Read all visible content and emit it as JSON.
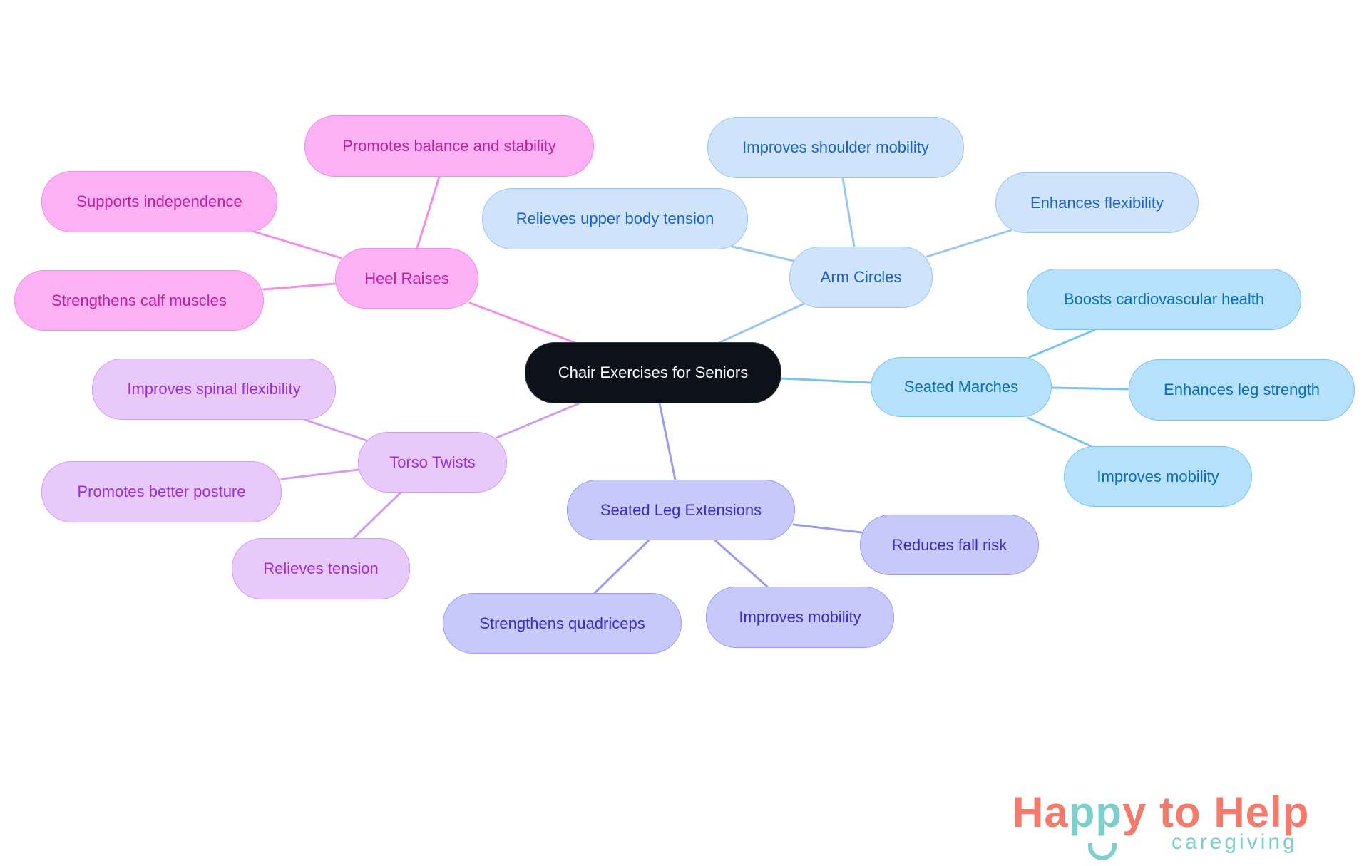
{
  "mindmap": {
    "root": {
      "label": "Chair Exercises for Seniors",
      "color": "#0d121a"
    },
    "branches": [
      {
        "label": "Heel Raises",
        "color": "#fbb1f3",
        "children": [
          "Promotes balance and stability",
          "Supports independence",
          "Strengthens calf muscles"
        ]
      },
      {
        "label": "Arm Circles",
        "color": "#cfe3fb",
        "children": [
          "Improves shoulder mobility",
          "Relieves upper body tension",
          "Enhances flexibility"
        ]
      },
      {
        "label": "Seated Marches",
        "color": "#b5e1fd",
        "children": [
          "Boosts cardiovascular health",
          "Enhances leg strength",
          "Improves mobility"
        ]
      },
      {
        "label": "Seated Leg Extensions",
        "color": "#c8c9fb",
        "children": [
          "Reduces fall risk",
          "Improves mobility",
          "Strengthens quadriceps"
        ]
      },
      {
        "label": "Torso Twists",
        "color": "#e8c9fb",
        "children": [
          "Improves spinal flexibility",
          "Promotes better posture",
          "Relieves tension"
        ]
      }
    ]
  },
  "logo": {
    "part1": "Ha",
    "part2": "pp",
    "part3": "y to Help",
    "tagline": "caregiving",
    "primary_color": "#f47a6c",
    "accent_color": "#7ecfcc"
  }
}
